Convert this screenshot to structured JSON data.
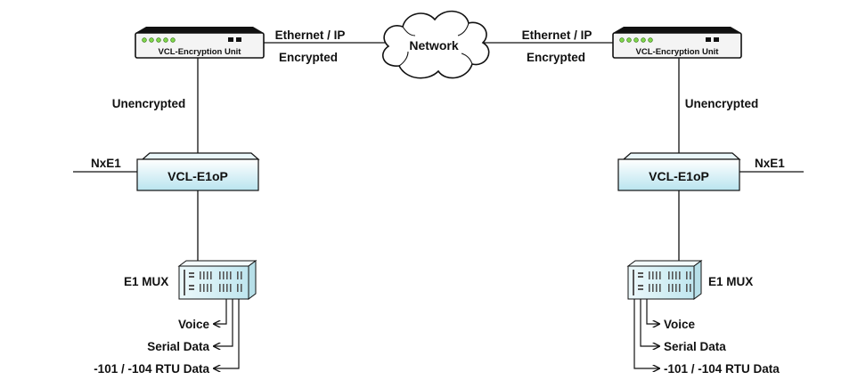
{
  "network": {
    "label": "Network"
  },
  "left": {
    "encryption_unit": "VCL-Encryption Unit",
    "link_protocol": "Ethernet / IP",
    "link_state": "Encrypted",
    "unencrypted_label": "Unencrypted",
    "e1op_label": "VCL-E1oP",
    "nxe1_label": "NxE1",
    "mux_label": "E1 MUX",
    "outputs": [
      "Voice",
      "Serial Data",
      "-101 / -104 RTU Data"
    ]
  },
  "right": {
    "encryption_unit": "VCL-Encryption Unit",
    "link_protocol": "Ethernet / IP",
    "link_state": "Encrypted",
    "unencrypted_label": "Unencrypted",
    "e1op_label": "VCL-E1oP",
    "nxe1_label": "NxE1",
    "mux_label": "E1 MUX",
    "outputs": [
      "Voice",
      "Serial Data",
      "-101 / -104 RTU Data"
    ]
  },
  "colors": {
    "line": "#111111",
    "device_face": "#f4f4f4",
    "device_top": "#111111",
    "led": "#7fd64a",
    "e1op_face": "#cdeef6",
    "mux_face": "#d9f1f6",
    "cloud": "#ffffff"
  },
  "icons": {
    "encryption_unit": "router-box-icon",
    "network": "cloud-icon",
    "mux": "rack-mux-icon",
    "arrow": "arrow-left-icon"
  }
}
